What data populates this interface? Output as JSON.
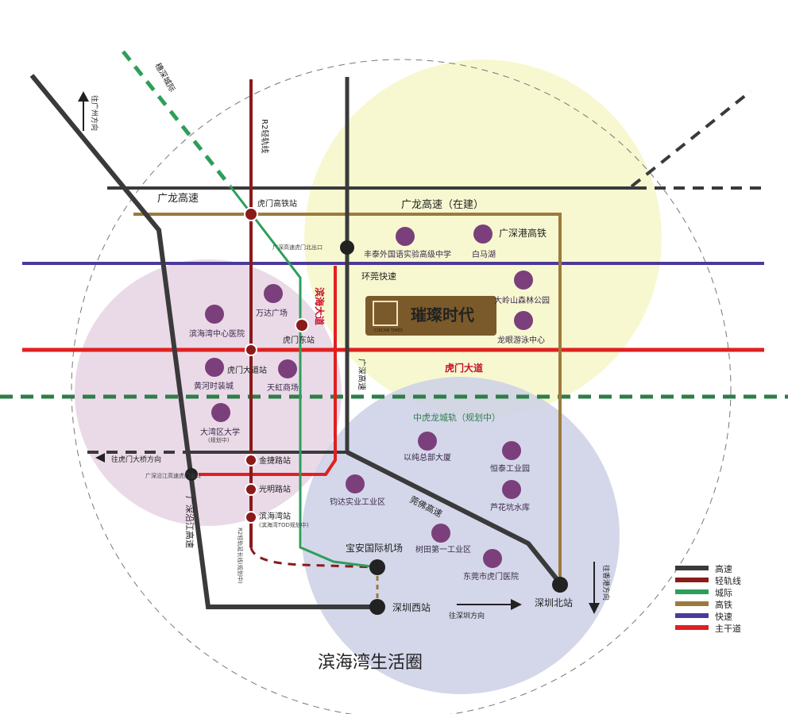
{
  "title": "滨海湾生活圈",
  "project": {
    "name": "璀璨时代",
    "sub": "CUICAN TIMES"
  },
  "directions": {
    "guangzhou": "往广州方向",
    "humen_bridge": "往虎门大桥方向",
    "hongkong": "往香港方向",
    "shenzhen": "往深圳方向"
  },
  "roads": {
    "guanglong": "广龙高速",
    "guanglong_building": "广龙高速（在建）",
    "huanguan": "环莞快速",
    "humen_avenue": "虎门大道",
    "binhai_avenue": "滨海大道",
    "guangshen_expressway": "广深高速",
    "guangshen_yanjiang": "广深沿江高速",
    "guanfo": "莞佛高速",
    "r2": "R2轻轨线",
    "suishen": "穗深城际",
    "zhonghulong": "中虎龙城轨（规划中）",
    "gs_humen_north_exit": "广深高速虎门北出口",
    "gsyj_humen_exit": "广深沿江高速虎门出口"
  },
  "stations": {
    "humen_hsr": "虎门高铁站",
    "humen_east": "虎门东站",
    "humen_avenue_station": "虎门大道站",
    "jinjie": "金捷路站",
    "guangming": "光明路站",
    "binhaiwan": "滨海湾站",
    "binhaiwan_note": "(滨海湾TOD规划中)",
    "r2_ext": "R2轻轨延长线(规划中)",
    "baoan_airport": "宝安国际机场",
    "shenzhen_west": "深圳西站",
    "shenzhen_north": "深圳北站"
  },
  "pois": {
    "fengtai": "丰泰外国语实验高级中学",
    "baima": "白马湖",
    "gshk_hsr": "广深港高铁",
    "daling": "大岭山森林公园",
    "longyan": "龙眼游泳中心",
    "wanda": "万达广场",
    "hospital": "滨海湾中心医院",
    "huanghe": "黄河时装城",
    "tianhong": "天虹商场",
    "university": "大湾区大学",
    "university_note": "(规划中)",
    "yichun": "以纯总部大厦",
    "hengtai": "恒泰工业园",
    "luhuakeng": "芦花坑水库",
    "junda": "钧达实业工业区",
    "shutian": "树田第一工业区",
    "dongguan_hospital": "东莞市虎门医院"
  },
  "legend": [
    {
      "label": "高速",
      "color": "#3a3a3a"
    },
    {
      "label": "轻轨线",
      "color": "#8b1a1a"
    },
    {
      "label": "城际",
      "color": "#2e9e5b"
    },
    {
      "label": "高铁",
      "color": "#9c7a3c"
    },
    {
      "label": "快速",
      "color": "#4b3a9a"
    },
    {
      "label": "主干道",
      "color": "#e02020"
    }
  ],
  "colors": {
    "expressway": "#3a3a3a",
    "light_rail": "#8b1a1a",
    "intercity": "#2e9e5b",
    "hsr": "#9c7a3c",
    "fast_road": "#4b3a9a",
    "main_road": "#e02020",
    "poi_purple": "#7b3f7b",
    "project_brown": "#7a5a2a"
  }
}
